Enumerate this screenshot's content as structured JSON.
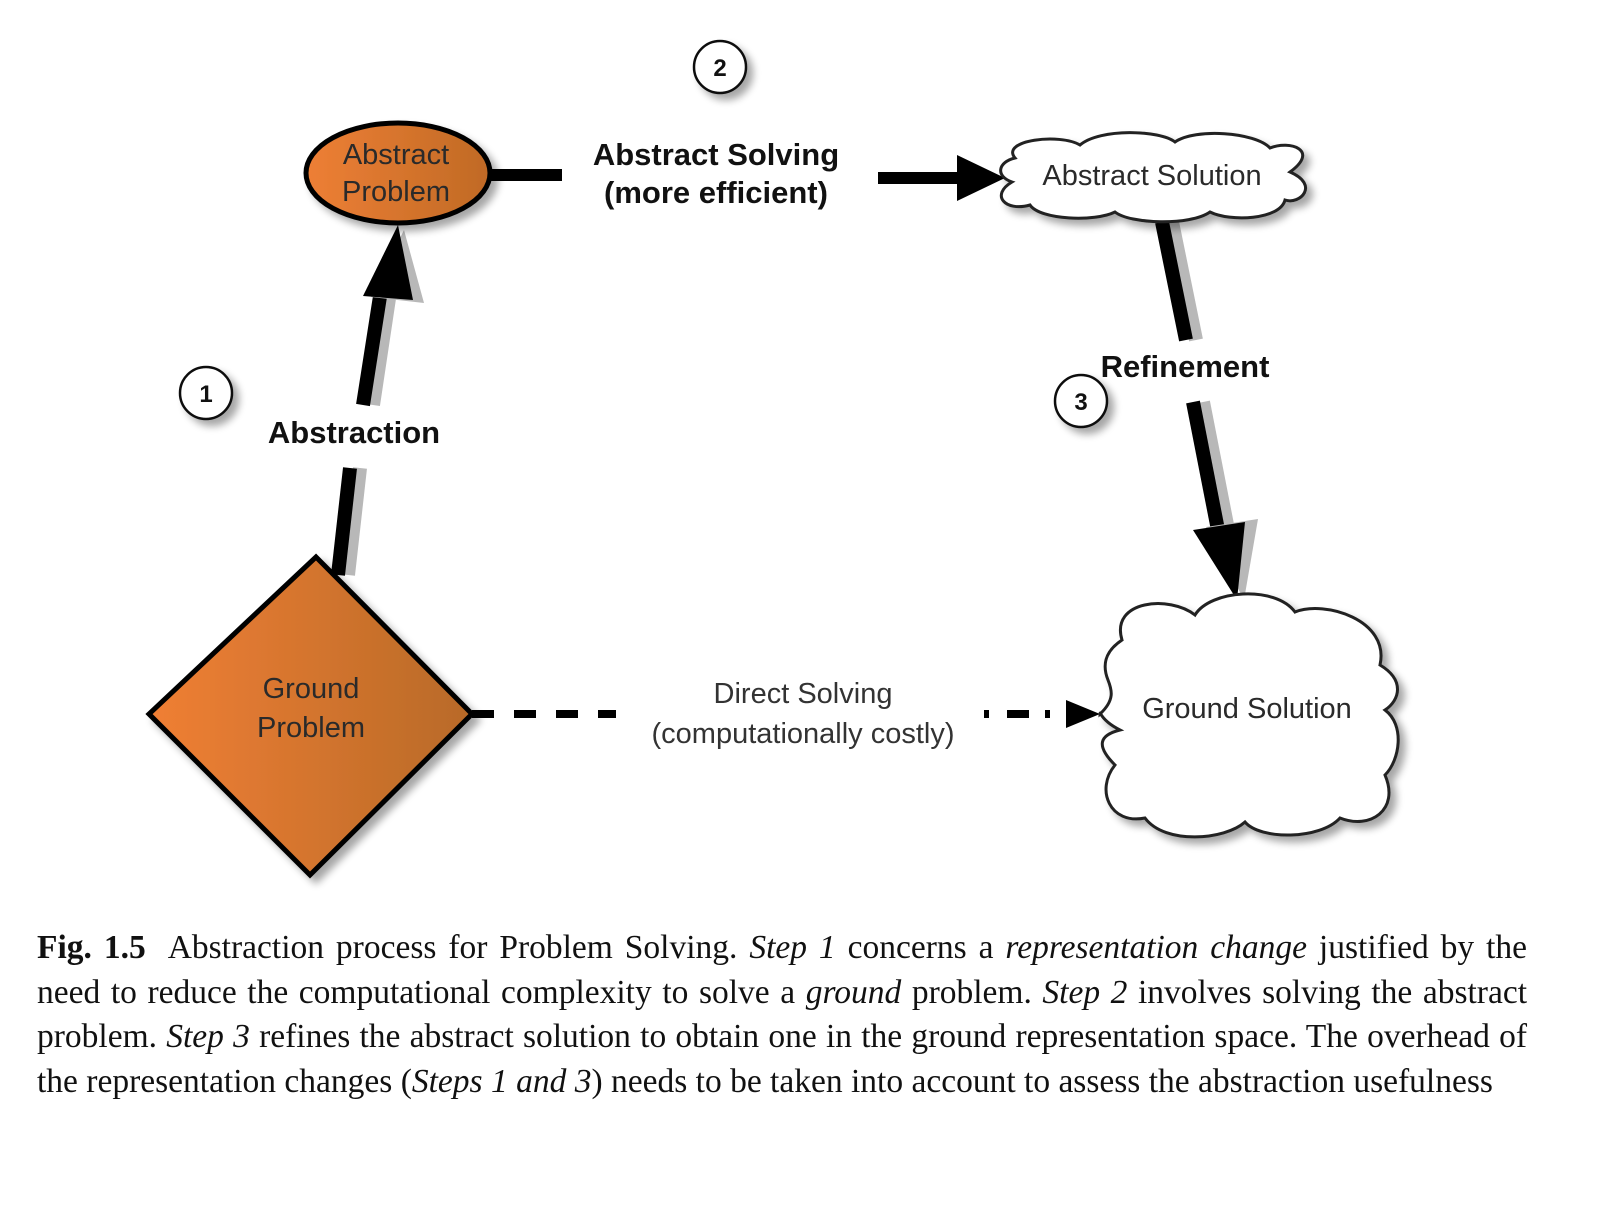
{
  "figure": {
    "nodes": {
      "abstract_problem": {
        "lines": [
          "Abstract",
          "Problem"
        ],
        "shape": "ellipse",
        "fill": "#e07a30"
      },
      "abstract_solution": {
        "lines": [
          "Abstract Solution"
        ],
        "shape": "cloud",
        "fill": "#ffffff"
      },
      "ground_problem": {
        "lines": [
          "Ground",
          "Problem"
        ],
        "shape": "diamond",
        "fill": "#d8772c"
      },
      "ground_solution": {
        "lines": [
          "Ground Solution"
        ],
        "shape": "cloud",
        "fill": "#ffffff"
      }
    },
    "edges": {
      "abstraction": {
        "label": "Abstraction",
        "step": "1",
        "from": "ground_problem",
        "to": "abstract_problem",
        "style": "solid-bold"
      },
      "abstract_solving": {
        "lines": [
          "Abstract Solving",
          "(more efficient)"
        ],
        "step": "2",
        "from": "abstract_problem",
        "to": "abstract_solution",
        "style": "solid-bold"
      },
      "refinement": {
        "label": "Refinement",
        "step": "3",
        "from": "abstract_solution",
        "to": "ground_solution",
        "style": "solid-bold"
      },
      "direct_solving": {
        "lines": [
          "Direct Solving",
          "(computationally costly)"
        ],
        "from": "ground_problem",
        "to": "ground_solution",
        "style": "dashed"
      }
    }
  },
  "caption": {
    "label": "Fig. 1.5",
    "segments": [
      {
        "text": "Abstraction process for Problem Solving. ",
        "italic": false
      },
      {
        "text": "Step 1",
        "italic": true
      },
      {
        "text": " concerns a ",
        "italic": false
      },
      {
        "text": "representation change",
        "italic": true
      },
      {
        "text": " justified by the need to reduce the computational complexity to solve a ",
        "italic": false
      },
      {
        "text": "ground",
        "italic": true
      },
      {
        "text": " problem. ",
        "italic": false
      },
      {
        "text": "Step 2",
        "italic": true
      },
      {
        "text": " involves solving the abstract problem. ",
        "italic": false
      },
      {
        "text": "Step 3",
        "italic": true
      },
      {
        "text": " refines the abstract solution to obtain one in the ground representation space. The overhead of the representation changes (",
        "italic": false
      },
      {
        "text": "Steps 1 and 3",
        "italic": true
      },
      {
        "text": ") needs to be taken into account to assess the abstraction usefulness",
        "italic": false
      }
    ]
  }
}
